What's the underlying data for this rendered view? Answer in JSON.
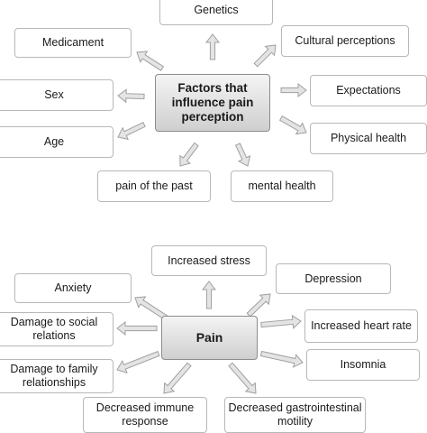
{
  "colors": {
    "arrow_fill": "#e4e4e4",
    "arrow_stroke": "#a0a0a0",
    "box_border": "#b8b8b8",
    "center_top": "#f4f4f4",
    "center_bottom": "#cfcfcf"
  },
  "factors": {
    "center": "Factors that influence pain perception",
    "items": [
      "Genetics",
      "Medicament",
      "Cultural perceptions",
      "Sex",
      "Expectations",
      "Age",
      "Physical health",
      "pain of the past",
      "mental health"
    ]
  },
  "pain": {
    "center": "Pain",
    "items": [
      "Increased stress",
      "Anxiety",
      "Depression",
      "Damage to  social relations",
      "Increased heart rate",
      "Damage to family relationships",
      "Insomnia",
      "Decreased immune response",
      "Decreased gastrointestinal motility"
    ]
  }
}
